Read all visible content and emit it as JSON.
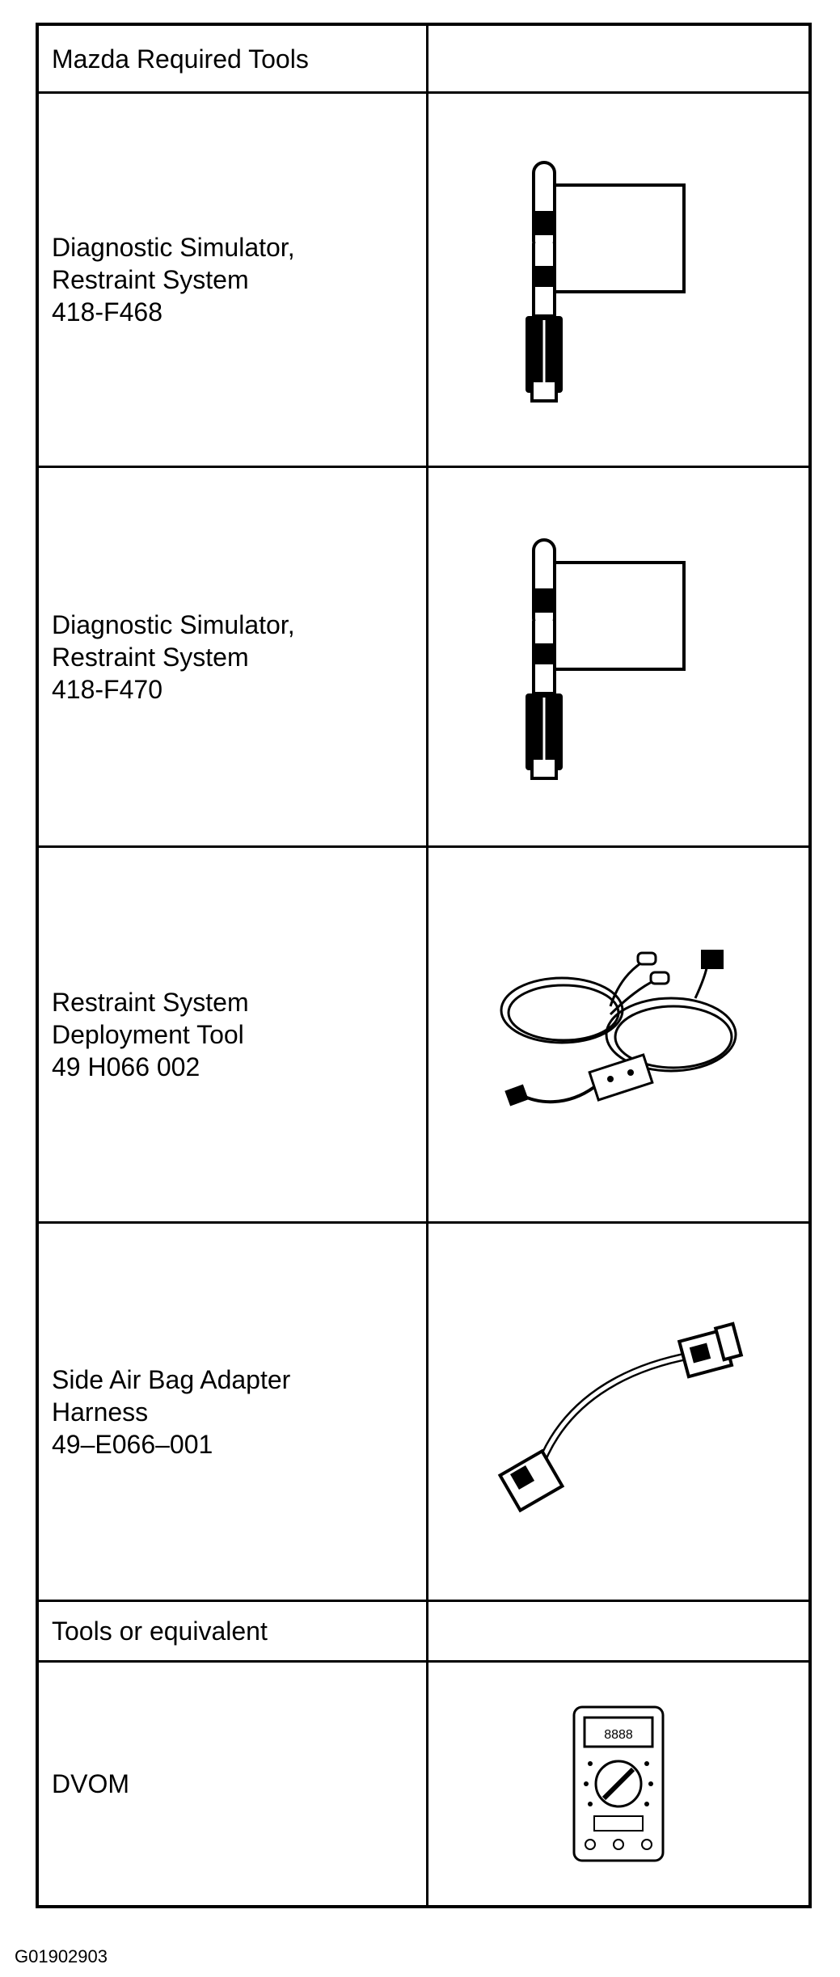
{
  "table": {
    "header1": "Mazda Required Tools",
    "tools": [
      {
        "line1": "Diagnostic Simulator,",
        "line2": "Restraint System",
        "line3": "418-F468",
        "icon": "diagnostic-simulator-icon"
      },
      {
        "line1": "Diagnostic Simulator,",
        "line2": "Restraint System",
        "line3": "418-F470",
        "icon": "diagnostic-simulator-icon"
      },
      {
        "line1": "Restraint  System",
        "line2": "Deployment Tool",
        "line3": "49 H066 002",
        "icon": "deployment-tool-icon"
      },
      {
        "line1": "Side Air Bag Adapter",
        "line2": "Harness",
        "line3": "49–E066–001",
        "icon": "adapter-harness-icon"
      }
    ],
    "header2": "Tools or equivalent",
    "equivalent": [
      {
        "line1": "DVOM",
        "icon": "multimeter-icon"
      }
    ]
  },
  "figure_id": "G01902903"
}
